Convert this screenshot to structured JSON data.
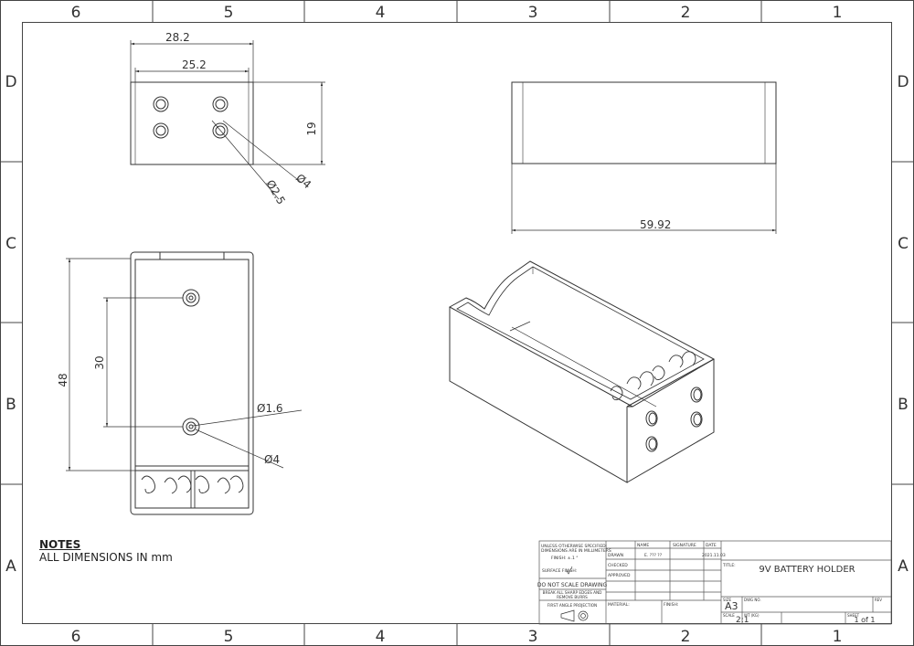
{
  "border": {
    "cols": [
      "6",
      "5",
      "4",
      "3",
      "2",
      "1"
    ],
    "rows": [
      "D",
      "C",
      "B",
      "A"
    ]
  },
  "notes": {
    "heading": "NOTES",
    "line1": "ALL DIMENSIONS IN mm"
  },
  "dims": {
    "top_width_outer": "28.2",
    "top_width_inner": "25.2",
    "top_height": "19",
    "hole_small": "Ø2.5",
    "hole_large": "Ø4",
    "front_length": "59.92",
    "side_length": "48",
    "hole_spacing": "30",
    "side_hole_small": "Ø1.6",
    "side_hole_large": "Ø4"
  },
  "title_block": {
    "unless": "UNLESS OTHERWISE SPECIFIED:",
    "dims_in": "DIMENSIONS ARE IN MILLIMETERS",
    "finish_note": "FINISH: ±.1 °",
    "surface_finish": "SURFACE FINISH:",
    "do_not_scale": "DO NOT SCALE DRAWING",
    "break_edges_1": "BREAK ALL SHARP EDGES AND",
    "break_edges_2": "REMOVE BURRS",
    "projection": "FIRST ANGLE PROJECTION",
    "name_h": "NAME",
    "signature_h": "SIGNATURE",
    "date_h": "DATE",
    "drawn": "DRAWN",
    "checked": "CHECKED",
    "approved": "APPROVED",
    "drawn_name": "E. ??? ??",
    "drawn_date": "2021.11.03",
    "material": "MATERIAL:",
    "finish": "FINISH:",
    "title_h": "TITLE:",
    "title": "9V BATTERY HOLDER",
    "size_h": "SIZE",
    "dwg_h": "DWG NO.",
    "rev_h": "REV",
    "size": "A3",
    "scale_h": "SCALE",
    "scale": "2:1",
    "weight_h": "WT (KG)",
    "sheet_h": "SHEET",
    "sheet": "1 of 1"
  }
}
